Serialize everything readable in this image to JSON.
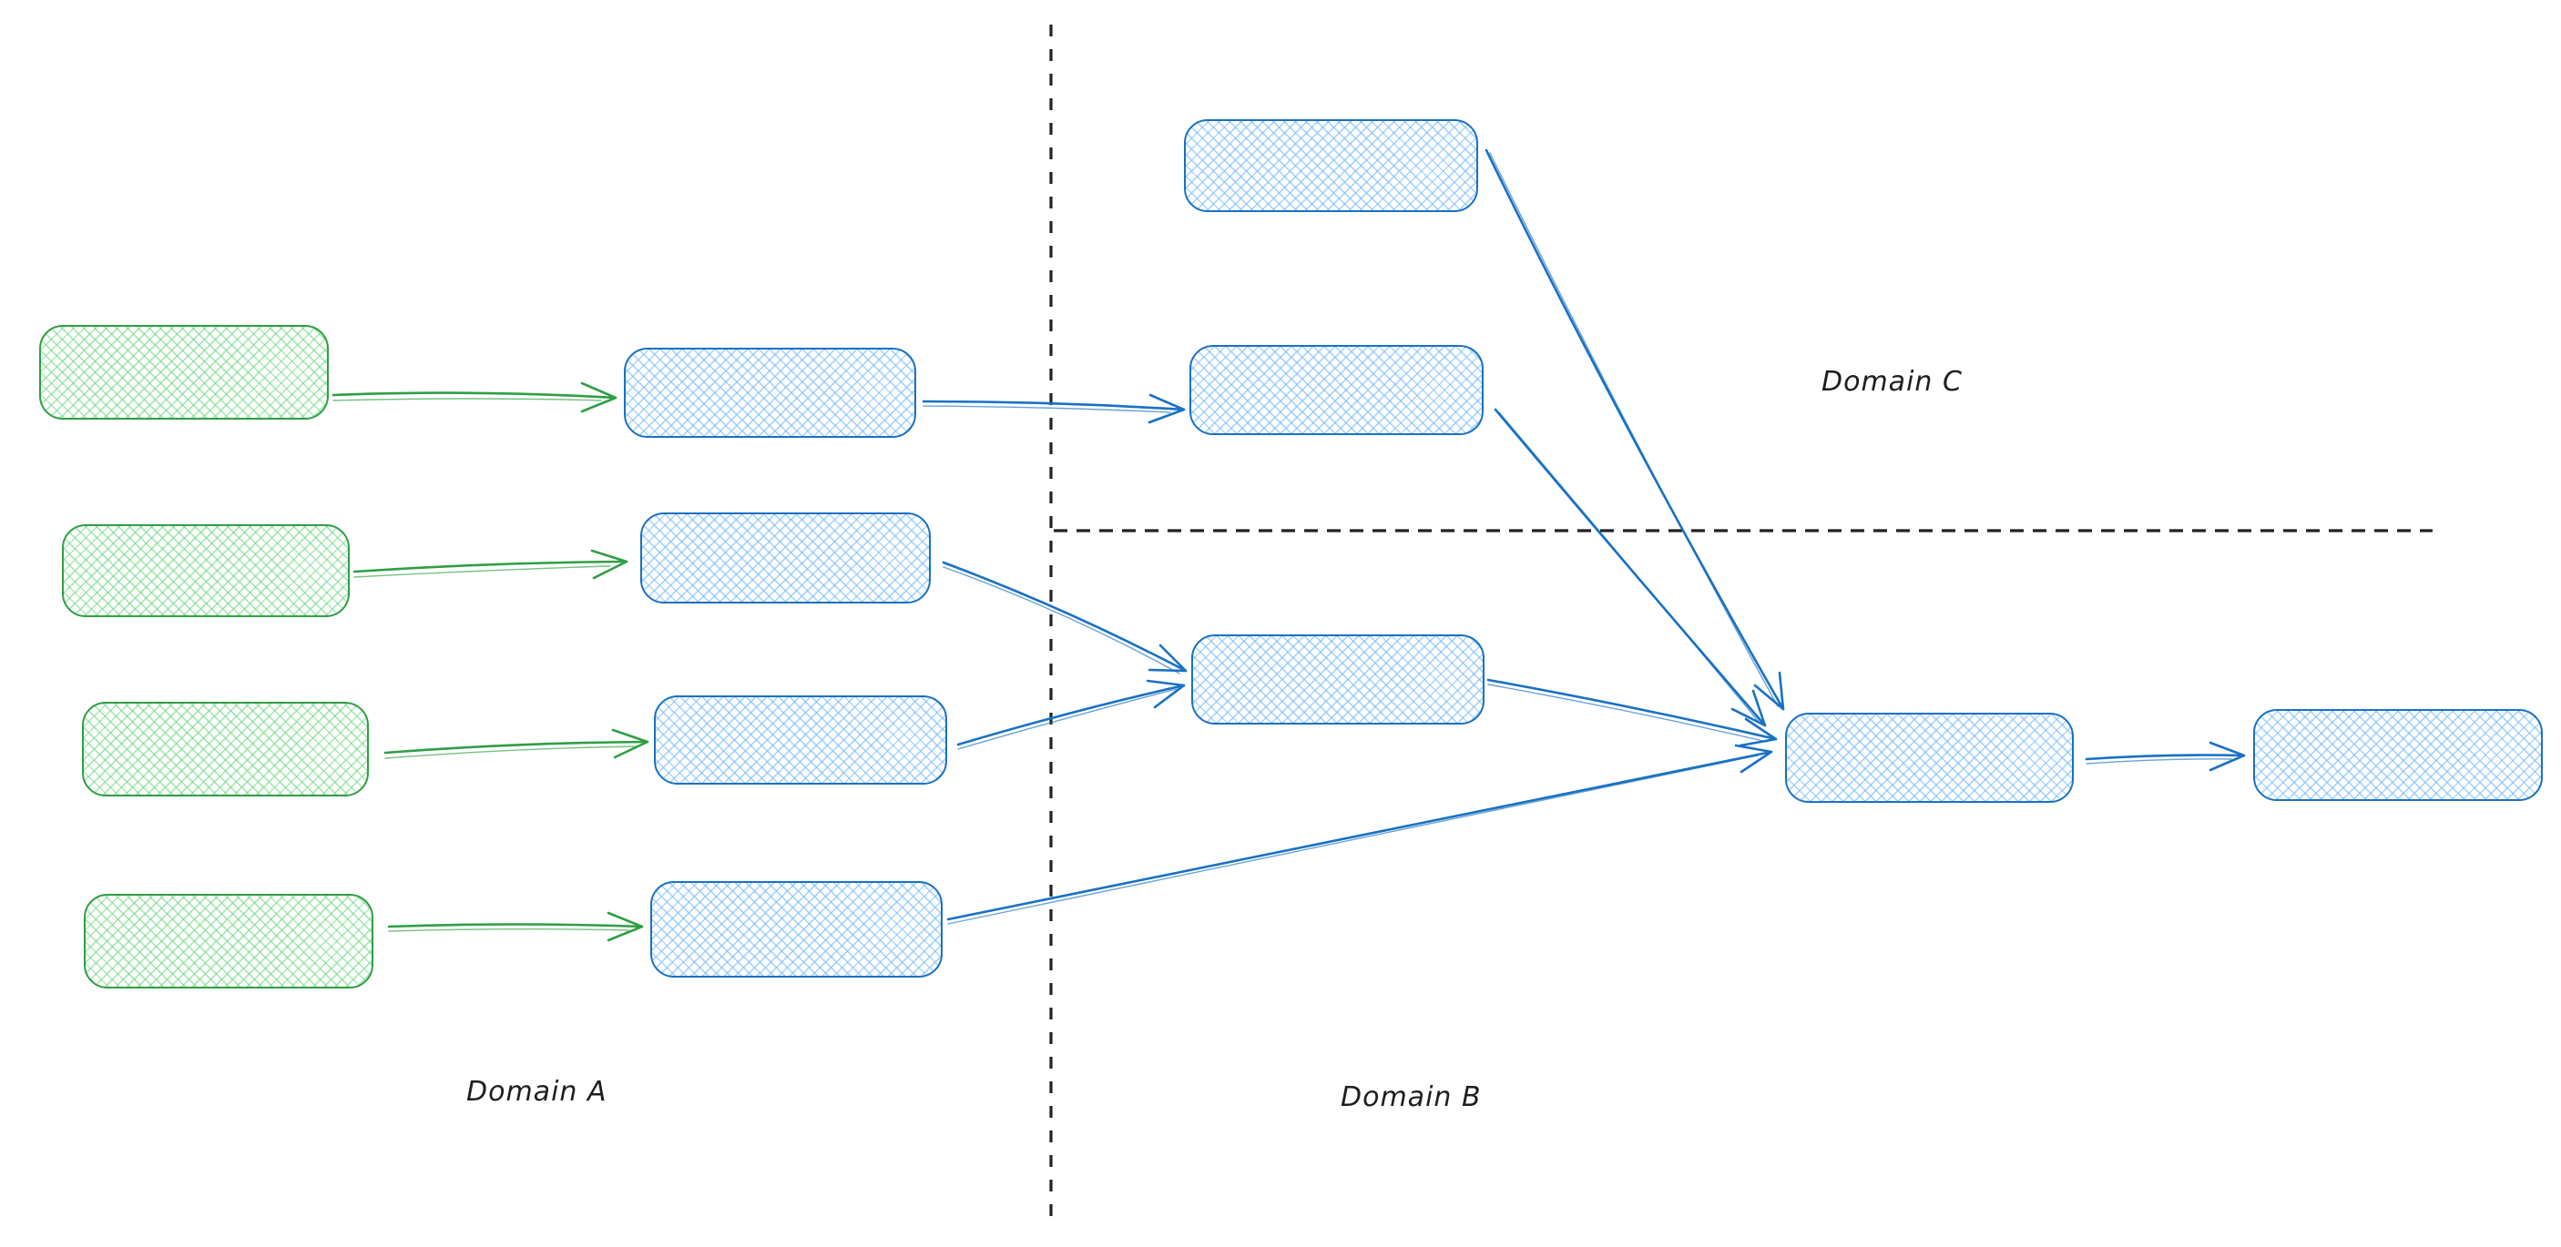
{
  "diagram": {
    "style": "hand-drawn whiteboard flow diagram",
    "background": "#ffffff",
    "labels": {
      "domain_a": "Domain A",
      "domain_b": "Domain B",
      "domain_c": "Domain C"
    },
    "colors": {
      "green_stroke": "#2f9e44",
      "green_fill": "#b2f2bb",
      "blue_stroke": "#1971c2",
      "blue_fill": "#a5d8ff",
      "divider": "#1e1e1e",
      "label_text": "#1e1e1e"
    },
    "domains": [
      {
        "id": "domain-a",
        "label": "Domain A",
        "region": "left of vertical dashed divider"
      },
      {
        "id": "domain-b",
        "label": "Domain B",
        "region": "right of vertical divider, below horizontal divider"
      },
      {
        "id": "domain-c",
        "label": "Domain C",
        "region": "right of vertical divider, above horizontal divider"
      }
    ],
    "nodes": [
      {
        "id": "a-source-1",
        "domain": "domain-a",
        "color": "green",
        "text": ""
      },
      {
        "id": "a-source-2",
        "domain": "domain-a",
        "color": "green",
        "text": ""
      },
      {
        "id": "a-source-3",
        "domain": "domain-a",
        "color": "green",
        "text": ""
      },
      {
        "id": "a-source-4",
        "domain": "domain-a",
        "color": "green",
        "text": ""
      },
      {
        "id": "a-component-1",
        "domain": "domain-a",
        "color": "blue",
        "text": ""
      },
      {
        "id": "a-component-2",
        "domain": "domain-a",
        "color": "blue",
        "text": ""
      },
      {
        "id": "a-component-3",
        "domain": "domain-a",
        "color": "blue",
        "text": ""
      },
      {
        "id": "a-component-4",
        "domain": "domain-a",
        "color": "blue",
        "text": ""
      },
      {
        "id": "c-box-top",
        "domain": "domain-c",
        "color": "blue",
        "text": ""
      },
      {
        "id": "c-box-lower",
        "domain": "domain-c",
        "color": "blue",
        "text": ""
      },
      {
        "id": "b-box-merge",
        "domain": "domain-b",
        "color": "blue",
        "text": ""
      },
      {
        "id": "b-box-hub",
        "domain": "domain-b",
        "color": "blue",
        "text": ""
      },
      {
        "id": "b-box-output",
        "domain": "domain-b",
        "color": "blue",
        "text": ""
      }
    ],
    "edges": [
      {
        "from": "a-source-1",
        "to": "a-component-1",
        "color": "green"
      },
      {
        "from": "a-source-2",
        "to": "a-component-2",
        "color": "green"
      },
      {
        "from": "a-source-3",
        "to": "a-component-3",
        "color": "green"
      },
      {
        "from": "a-source-4",
        "to": "a-component-4",
        "color": "green"
      },
      {
        "from": "a-component-1",
        "to": "c-box-lower",
        "color": "blue"
      },
      {
        "from": "a-component-2",
        "to": "b-box-merge",
        "color": "blue"
      },
      {
        "from": "a-component-3",
        "to": "b-box-merge",
        "color": "blue"
      },
      {
        "from": "a-component-4",
        "to": "b-box-hub",
        "color": "blue"
      },
      {
        "from": "c-box-top",
        "to": "b-box-hub",
        "color": "blue"
      },
      {
        "from": "c-box-lower",
        "to": "b-box-hub",
        "color": "blue"
      },
      {
        "from": "b-box-merge",
        "to": "b-box-hub",
        "color": "blue"
      },
      {
        "from": "b-box-hub",
        "to": "b-box-output",
        "color": "blue"
      }
    ],
    "dividers": [
      {
        "id": "divider-vertical",
        "style": "dashed",
        "separates": [
          "domain-a",
          "domain-b / domain-c"
        ]
      },
      {
        "id": "divider-horizontal",
        "style": "dashed",
        "separates": [
          "domain-c",
          "domain-b"
        ]
      }
    ]
  }
}
